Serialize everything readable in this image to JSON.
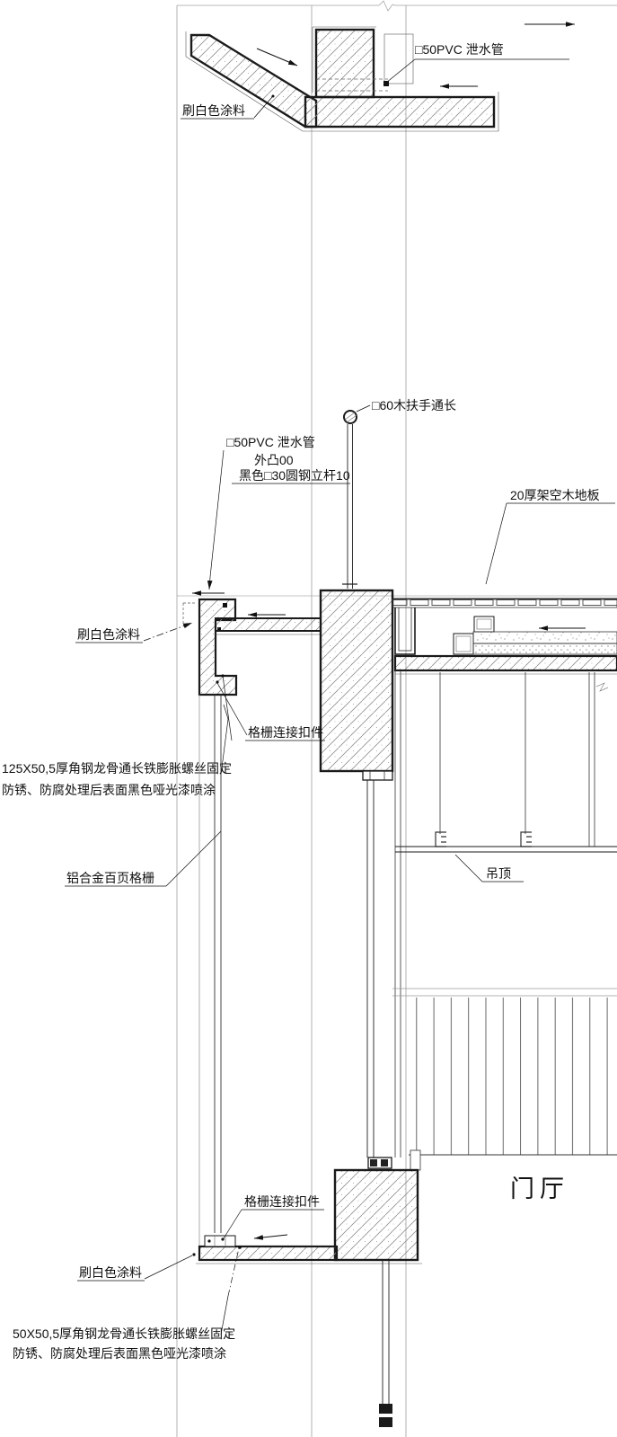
{
  "drawing": {
    "room_label": "门厅",
    "annotations": {
      "pvc_drain_top": "□50PVC 泄水管",
      "white_paint_top": "刷白色涂料",
      "handrail": "□60木扶手通长",
      "pvc_drain_mid": "□50PVC 泄水管",
      "protrusion": "外凸00",
      "steel_post": "黑色□30圆钢立杆10",
      "raised_wood_floor": "20厚架空木地板",
      "white_paint_mid": "刷白色涂料",
      "grille_connector_upper": "格栅连接扣件",
      "angle_steel_upper_1": "125X50,5厚角钢龙骨通长铁膨胀螺丝固定",
      "angle_steel_upper_2": "防锈、防腐处理后表面黑色哑光漆喷涂",
      "aluminum_louver": "铝合金百页格栅",
      "suspended_ceiling": "吊顶",
      "grille_connector_lower": "格栅连接扣件",
      "white_paint_bottom": "刷白色涂料",
      "angle_steel_lower_1": "50X50,5厚角钢龙骨通长铁膨胀螺丝固定",
      "angle_steel_lower_2": "防锈、防腐处理后表面黑色哑光漆喷涂"
    },
    "colors": {
      "line": "#1a1a1a",
      "hatch": "#8f8f8f",
      "grid": "#a0a0a0",
      "background": "#ffffff"
    }
  }
}
